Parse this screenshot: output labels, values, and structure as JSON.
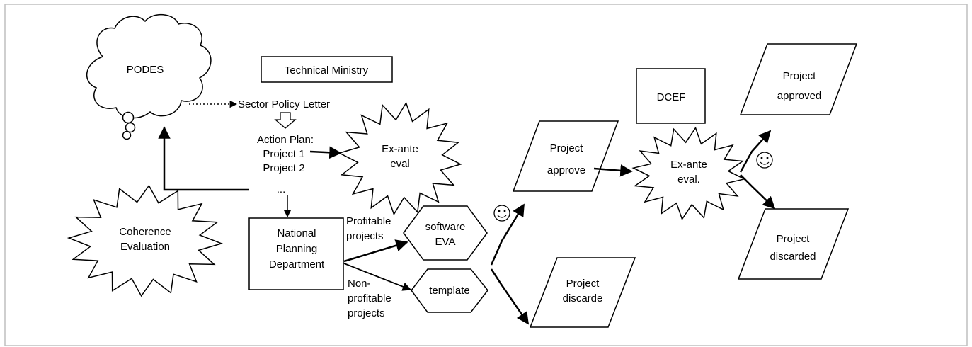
{
  "nodes": {
    "podes": "PODES",
    "technical_ministry": "Technical Ministry",
    "sector_policy_letter": "Sector Policy Letter",
    "action_plan": {
      "line1": "Action Plan:",
      "line2": "Project 1",
      "line3": "Project 2",
      "line4": "..."
    },
    "ex_ante_eval_1": {
      "line1": "Ex-ante",
      "line2": "eval"
    },
    "coherence_evaluation": {
      "line1": "Coherence",
      "line2": "Evaluation"
    },
    "national_planning": {
      "line1": "National",
      "line2": "Planning",
      "line3": "Department"
    },
    "profitable_label": {
      "line1": "Profitable",
      "line2": "projects"
    },
    "non_profitable_label": {
      "line1": "Non-",
      "line2": "profitable",
      "line3": "projects"
    },
    "software_eva": {
      "line1": "software",
      "line2": "EVA"
    },
    "template": "template",
    "project_approve": {
      "line1": "Project",
      "line2": "approve"
    },
    "project_discarde": {
      "line1": "Project",
      "line2": "discarde"
    },
    "dcef": "DCEF",
    "ex_ante_eval_2": {
      "line1": "Ex-ante",
      "line2": "eval."
    },
    "project_approved": {
      "line1": "Project",
      "line2": "approved"
    },
    "project_discarded": {
      "line1": "Project",
      "line2": "discarded"
    }
  },
  "colors": {
    "stroke": "#000000",
    "fill": "#ffffff",
    "frame": "#bfbfbf"
  },
  "icons": [
    "smiley-icon",
    "smiley-icon",
    "down-block-arrow-icon"
  ]
}
